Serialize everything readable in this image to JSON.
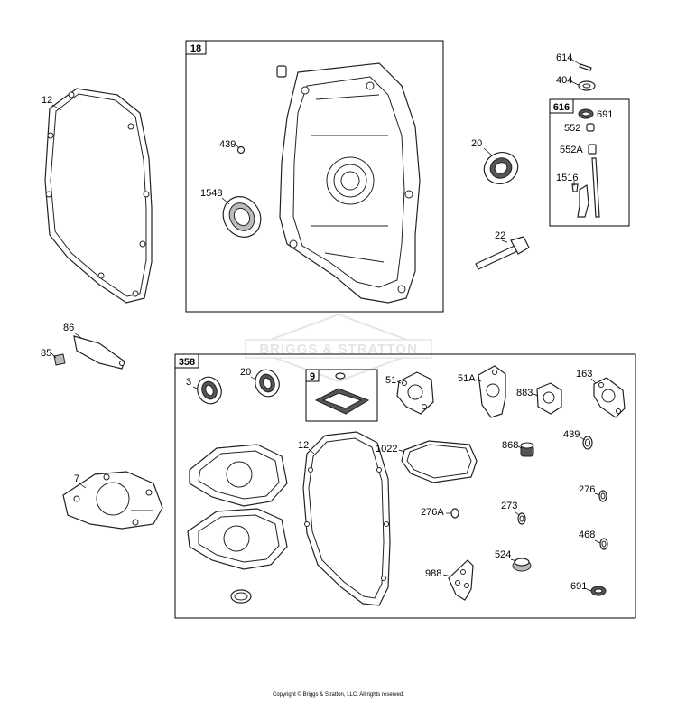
{
  "diagram": {
    "watermark": "BRIGGS & STRATTON",
    "copyright": "Copyright © Briggs & Stratton, LLC. All rights reserved.",
    "boxes": {
      "b18": "18",
      "b616": "616",
      "b358": "358",
      "b9": "9"
    },
    "labels": {
      "p12_top": "12",
      "p439_top": "439",
      "p1548": "1548",
      "p614": "614",
      "p404": "404",
      "p691_top": "691",
      "p552": "552",
      "p552A": "552A",
      "p1516": "1516",
      "p20_top": "20",
      "p22": "22",
      "p86": "86",
      "p85": "85",
      "p7": "7",
      "p3": "3",
      "p20_kit": "20",
      "p51": "51",
      "p51A": "51A",
      "p883": "883",
      "p163": "163",
      "p12_kit": "12",
      "p1022": "1022",
      "p868": "868",
      "p439_kit": "439",
      "p276A": "276A",
      "p273": "273",
      "p276": "276",
      "p468": "468",
      "p988": "988",
      "p524": "524",
      "p691_kit": "691"
    }
  }
}
